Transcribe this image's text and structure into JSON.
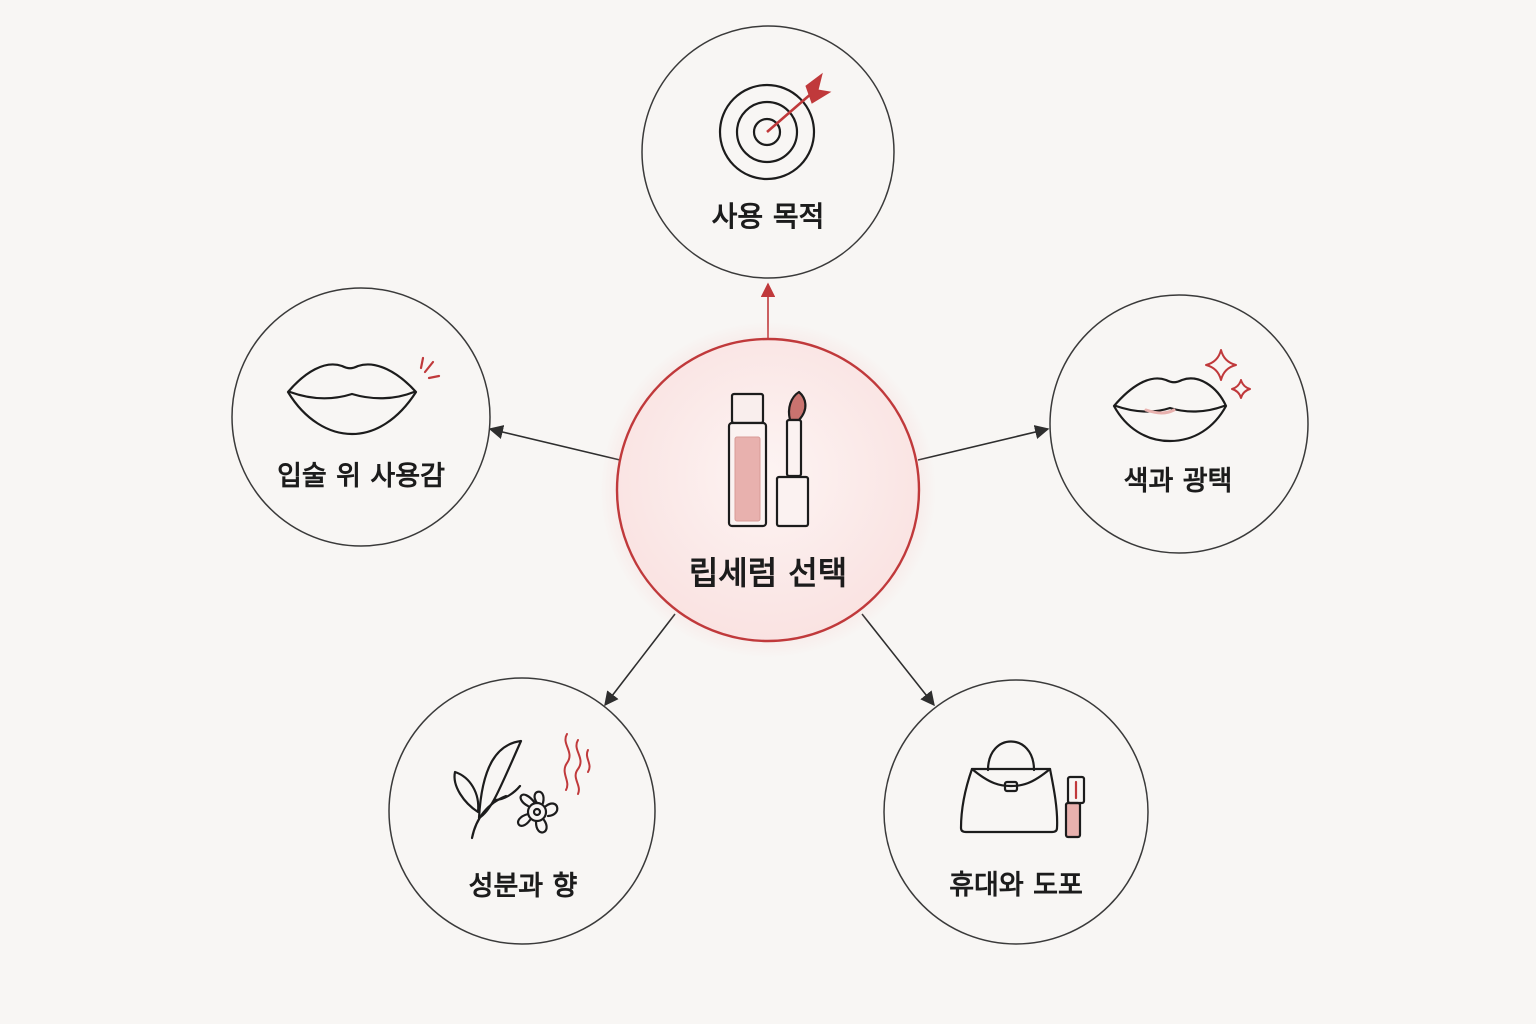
{
  "diagram": {
    "center": {
      "label": "립세럼 선택",
      "icon": "lip-serum-tube-icon"
    },
    "nodes": [
      {
        "id": "purpose",
        "label": "사용 목적",
        "icon": "target-arrow-icon"
      },
      {
        "id": "feel",
        "label": "입술 위 사용감",
        "icon": "lips-icon"
      },
      {
        "id": "color",
        "label": "색과 광택",
        "icon": "glossy-lips-sparkle-icon"
      },
      {
        "id": "ingredients",
        "label": "성분과 향",
        "icon": "flower-leaf-scent-icon"
      },
      {
        "id": "portability",
        "label": "휴대와 도포",
        "icon": "handbag-lipstick-icon"
      }
    ]
  },
  "colors": {
    "background": "#f8f6f4",
    "accent": "#c0393b",
    "center_fill": "#fbe9e8",
    "node_stroke": "#3a3a3a",
    "line": "#2e2e2e",
    "serum_pink": "#e8b1ae"
  }
}
